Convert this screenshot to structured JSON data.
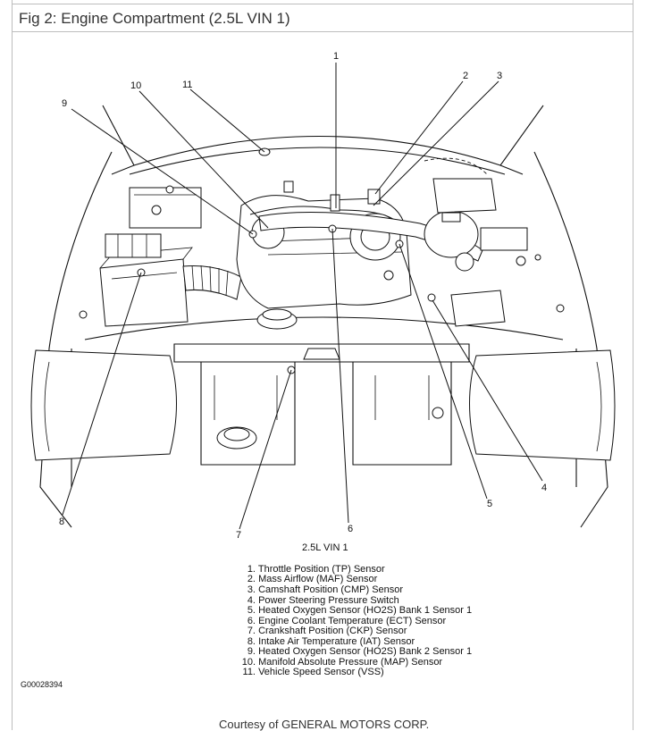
{
  "title": "Fig 2: Engine Compartment (2.5L VIN 1)",
  "vin_caption": "2.5L VIN 1",
  "callouts": [
    "1",
    "2",
    "3",
    "4",
    "5",
    "6",
    "7",
    "8",
    "9",
    "10",
    "11"
  ],
  "legend": [
    {
      "num": "1.",
      "text": "Throttle Position (TP) Sensor"
    },
    {
      "num": "2.",
      "text": "Mass Airflow (MAF) Sensor"
    },
    {
      "num": "3.",
      "text": "Camshaft Position (CMP) Sensor"
    },
    {
      "num": "4.",
      "text": "Power Steering Pressure Switch"
    },
    {
      "num": "5.",
      "text": "Heated Oxygen Sensor (HO2S) Bank 1 Sensor 1"
    },
    {
      "num": "6.",
      "text": "Engine Coolant Temperature (ECT) Sensor"
    },
    {
      "num": "7.",
      "text": "Crankshaft Position (CKP) Sensor"
    },
    {
      "num": "8.",
      "text": "Intake Air Temperature (IAT) Sensor"
    },
    {
      "num": "9.",
      "text": "Heated Oxygen Sensor (HO2S) Bank 2 Sensor 1"
    },
    {
      "num": "10.",
      "text": "Manifold Absolute Pressure (MAP) Sensor"
    },
    {
      "num": "11.",
      "text": "Vehicle Speed Sensor (VSS)"
    }
  ],
  "figure_code": "G00028394",
  "courtesy": "Courtesy of GENERAL MOTORS CORP."
}
